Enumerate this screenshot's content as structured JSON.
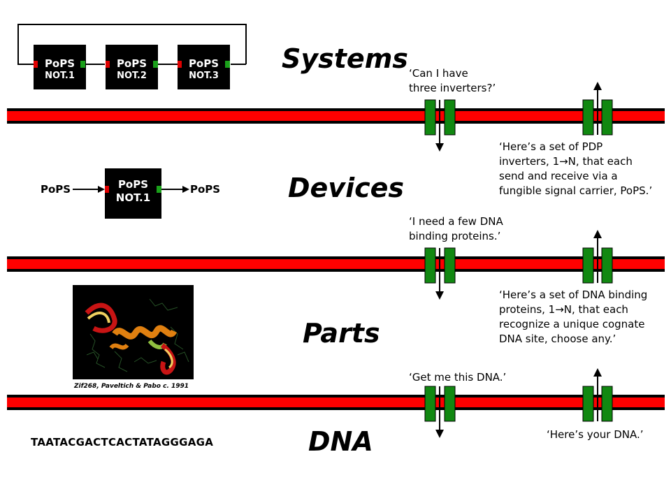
{
  "levels": {
    "systems": "Systems",
    "devices": "Devices",
    "parts": "Parts",
    "dna": "DNA"
  },
  "systems_diagram": {
    "boxes": [
      {
        "top": "PoPS",
        "bottom": "NOT.1"
      },
      {
        "top": "PoPS",
        "bottom": "NOT.2"
      },
      {
        "top": "PoPS",
        "bottom": "NOT.3"
      }
    ]
  },
  "device_diagram": {
    "input_label": "PoPS",
    "output_label": "PoPS",
    "box_top": "PoPS",
    "box_bottom": "NOT.1"
  },
  "protein_image": {
    "caption": "Zif268, Paveltich & Pabo c. 1991"
  },
  "dna_sequence": "TAATACGACTCACTATAGGGAGA",
  "requests": {
    "systems": [
      "‘Can I have",
      "three inverters?’"
    ],
    "devices": [
      "‘I need a few DNA",
      "binding proteins.’"
    ],
    "parts": [
      "‘Get me this DNA.’"
    ]
  },
  "responses": {
    "devices": [
      "‘Here’s a set of PDP",
      "inverters, 1→N, that each",
      "send and receive via a",
      "fungible signal carrier, PoPS.’"
    ],
    "parts": [
      "‘Here’s a set of DNA binding",
      "proteins, 1→N, that each",
      "recognize a unique cognate",
      "DNA site, choose any.’"
    ],
    "dna": [
      "‘Here’s your DNA.’"
    ]
  },
  "colors": {
    "barrier_red": "#ff0000",
    "barrier_green": "#118811",
    "port_red": "#e00000",
    "port_green": "#1aa01a"
  }
}
